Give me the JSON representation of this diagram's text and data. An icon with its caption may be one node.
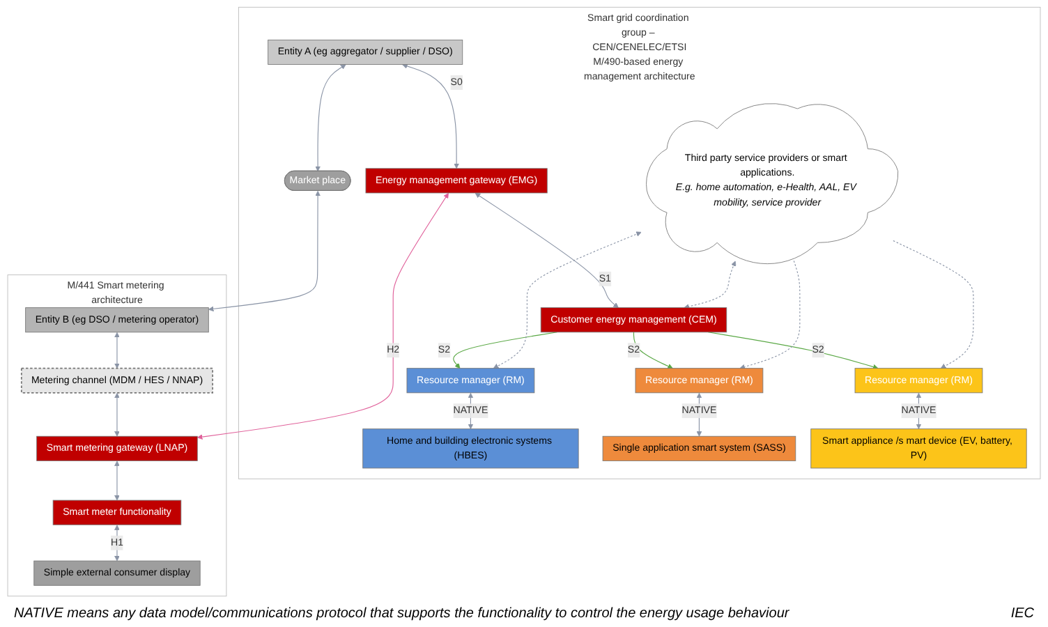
{
  "diagram": {
    "caption": "IEC",
    "nodes": [
      {
        "text": [
          "Smart grid coordination group – CEN/CENELEC/ETSI",
          "M/490-based energy management architecture"
        ]
      },
      {
        "text": [
          "M/441 Smart metering architecture"
        ]
      },
      {
        "text": [
          "Third party service providers or smart applications.",
          "E.g. home automation, e-Health, AAL, EV mobility, service provider"
        ],
        "in": 0
      },
      {
        "text": [
          "Entity A (eg aggregator / supplier / DSO)"
        ],
        "in": 0
      },
      {
        "text": [
          "Energy management gateway (EMG)"
        ],
        "in": 0
      },
      {
        "text": [
          "Customer energy management (CEM)"
        ],
        "in": 0
      },
      {
        "text": [
          "Resource manager (RM)"
        ],
        "in": 0
      },
      {
        "text": [
          "Home and building electronic systems (HBES)"
        ],
        "in": 0
      },
      {
        "text": [
          "Resource manager (RM)"
        ],
        "in": 0
      },
      {
        "text": [
          "Single application smart system (SASS)"
        ],
        "in": 0
      },
      {
        "text": [
          "Resource manager (RM)"
        ],
        "in": 0
      },
      {
        "text": [
          "Smart appliance /s mart device (EV, battery, PV)"
        ],
        "in": 0
      },
      {
        "text": [
          "Market place"
        ],
        "in": 0
      },
      {
        "text": [
          "Entity B (eg DSO / metering operator)"
        ],
        "in": 1
      },
      {
        "text": [
          "Metering channel (MDM / HES / NNAP)"
        ],
        "in": 1
      },
      {
        "text": [
          "Smart metering gateway (LNAP)"
        ],
        "in": 1
      },
      {
        "text": [
          "Smart meter functionality"
        ],
        "in": 1
      },
      {
        "text": [
          "Simple external consumer display"
        ],
        "in": 1
      }
    ],
    "edges": [
      {
        "from": 3,
        "to": 4,
        "arrow": "both",
        "label": "S0"
      },
      {
        "from": 4,
        "to": 5,
        "arrow": "both",
        "label": "S1"
      },
      {
        "from": 2,
        "to": 5,
        "arrow": "both",
        "style": "dashed"
      },
      {
        "from": 5,
        "to": 6,
        "arrow": "to",
        "label": "S2",
        "color": "#5aa845"
      },
      {
        "from": 5,
        "to": 8,
        "arrow": "to",
        "label": "S2",
        "color": "#5aa845"
      },
      {
        "from": 5,
        "to": 10,
        "arrow": "to",
        "label": "S2",
        "color": "#5aa845"
      },
      {
        "from": 2,
        "to": 6,
        "arrow": "both",
        "style": "dashed"
      },
      {
        "from": 2,
        "to": 8,
        "arrow": "to",
        "style": "dashed"
      },
      {
        "from": 2,
        "to": 10,
        "arrow": "to",
        "style": "dashed"
      },
      {
        "from": 6,
        "to": 7,
        "arrow": "both",
        "label": "NATIVE"
      },
      {
        "from": 8,
        "to": 9,
        "arrow": "both",
        "label": "NATIVE"
      },
      {
        "from": 10,
        "to": 11,
        "arrow": "both",
        "label": "NATIVE"
      },
      {
        "from": 3,
        "to": 12,
        "arrow": "both"
      },
      {
        "from": 12,
        "to": 13,
        "arrow": "both"
      },
      {
        "from": 4,
        "to": 15,
        "arrow": "both",
        "label": "H2",
        "color": "#e0609a"
      },
      {
        "from": 13,
        "to": 14,
        "arrow": "both"
      },
      {
        "from": 14,
        "to": 15,
        "arrow": "both"
      },
      {
        "from": 15,
        "to": 16,
        "arrow": "both"
      },
      {
        "from": 16,
        "to": 17,
        "arrow": "both",
        "label": "H1"
      }
    ],
    "labels": [
      "NATIVE means any data model/communications protocol that supports the functionality to control the energy usage behaviour"
    ]
  }
}
